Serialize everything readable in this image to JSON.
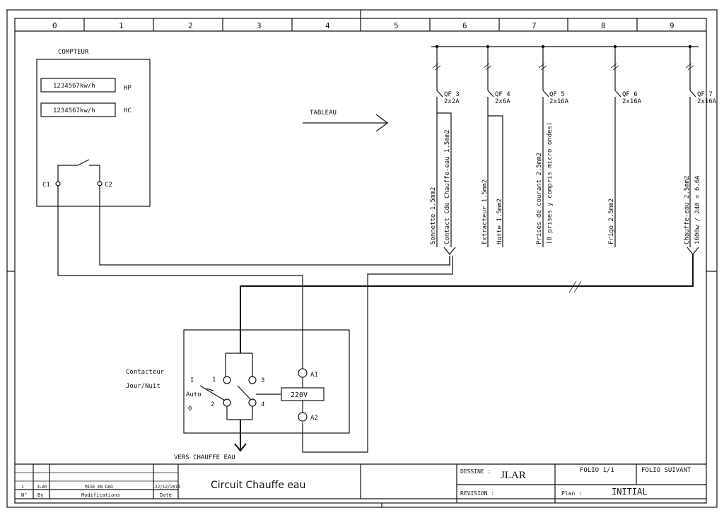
{
  "grid_labels": [
    "0",
    "1",
    "2",
    "3",
    "4",
    "5",
    "6",
    "7",
    "8",
    "9"
  ],
  "meter": {
    "title": "COMPTEUR",
    "index_hp": "1234567kw/h",
    "index_hc": "1234567kw/h",
    "label_hp": "HP",
    "label_hc": "HC",
    "c1": "C1",
    "c2": "C2"
  },
  "tableau_label": "TABLEAU",
  "breakers": [
    {
      "id": "QF 3",
      "rating": "2x2A"
    },
    {
      "id": "QF 4",
      "rating": "2x6A"
    },
    {
      "id": "QF 5",
      "rating": "2x16A"
    },
    {
      "id": "QF 6",
      "rating": "2x16A"
    },
    {
      "id": "QF 7",
      "rating": "2x16A"
    }
  ],
  "circuit_labels": {
    "sonnette": "Sonnette 1.5mm2",
    "contact_cde": "Contact Cde Chauffe-eau 1.5mm2",
    "extracteur": "Extracteur 1.5mm2",
    "hotte": "Hotte 1.5mm2",
    "prises": "Prises de courant 2.5mm2",
    "prises_note": "(8 prises y compris micro ondes)",
    "frigo": "Frigo 2.5mm2",
    "chauffe_eau": "Chauffe-eau 2.5mm2",
    "chauffe_calc": "1600w / 240 = 6.6A"
  },
  "contactor": {
    "title_line1": "Contacteur",
    "title_line2": "Jour/Nuit",
    "pos_i": "I",
    "pos_auto": "Auto",
    "pos_0": "0",
    "t1": "1",
    "t2": "2",
    "t3": "3",
    "t4": "4",
    "a1": "A1",
    "a2": "A2",
    "coil": "220V"
  },
  "output_label": "VERS CHAUFFE EAU",
  "title_block": {
    "rev_no": "1",
    "rev_by": "JLAR",
    "rev_mod": "MISE EN DAO",
    "rev_date": "22/12/2014",
    "hdr_no": "N°",
    "hdr_by": "By",
    "hdr_mod": "Modifications",
    "hdr_date": "Date",
    "title": "Circuit Chauffe eau",
    "dessine_label": "DESSINE :",
    "dessine_value": "JLAR",
    "revision_label": "REVISION :",
    "folio": "FOLIO 1/1",
    "folio_suivant": "FOLIO SUIVANT",
    "plan_label": "Plan :",
    "plan_value": "INITIAL"
  }
}
